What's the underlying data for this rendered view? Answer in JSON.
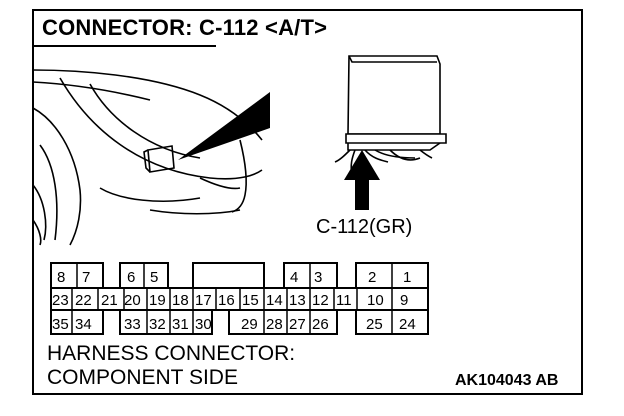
{
  "title": "CONNECTOR: C-112 <A/T>",
  "connector_label": "C-112(GR)",
  "caption": {
    "line1": "HARNESS CONNECTOR:",
    "line2": "COMPONENT SIDE"
  },
  "figure_code": "AK104043 AB",
  "pins": {
    "row1": [
      "8",
      "7",
      "6",
      "5",
      "4",
      "3",
      "2",
      "1"
    ],
    "row2": [
      "23",
      "22",
      "21",
      "20",
      "19",
      "18",
      "17",
      "16",
      "15",
      "14",
      "13",
      "12",
      "11",
      "10",
      "9"
    ],
    "row3": [
      "35",
      "34",
      "33",
      "32",
      "31",
      "30",
      "29",
      "28",
      "27",
      "26",
      "25",
      "24"
    ]
  }
}
